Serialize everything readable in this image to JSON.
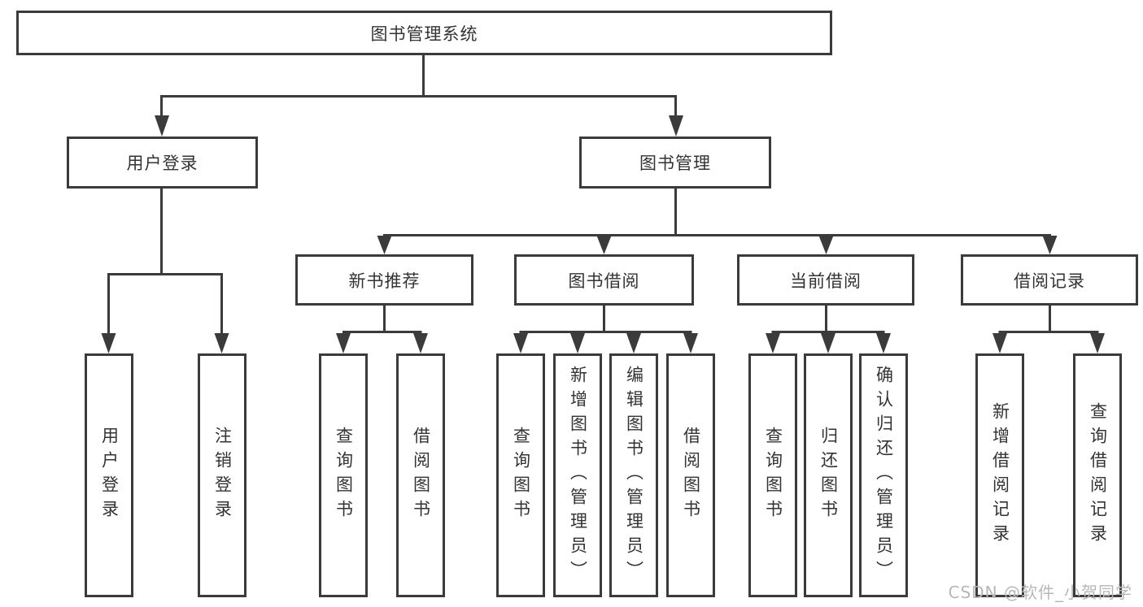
{
  "tree": {
    "root": {
      "label": "图书管理系统"
    },
    "branches": [
      {
        "label": "用户登录",
        "children": [
          "用户登录",
          "注销登录"
        ]
      },
      {
        "label": "图书管理",
        "children": [
          {
            "label": "新书推荐",
            "children": [
              "查询图书",
              "借阅图书"
            ]
          },
          {
            "label": "图书借阅",
            "children": [
              "查询图书",
              "新增图书（管理员）",
              "编辑图书（管理员）",
              "借阅图书"
            ]
          },
          {
            "label": "当前借阅",
            "children": [
              "查询图书",
              "归还图书",
              "确认归还（管理员）"
            ]
          },
          {
            "label": "借阅记录",
            "children": [
              "新增借阅记录",
              "查询借阅记录"
            ]
          }
        ]
      }
    ]
  },
  "watermark": {
    "text": "CSDN @软件_小贺同学"
  },
  "colors": {
    "line": "#3b3b3b",
    "box_border": "#3b3b3b",
    "text": "#333333",
    "background": "#ffffff",
    "watermark": "#b7b7b7"
  }
}
